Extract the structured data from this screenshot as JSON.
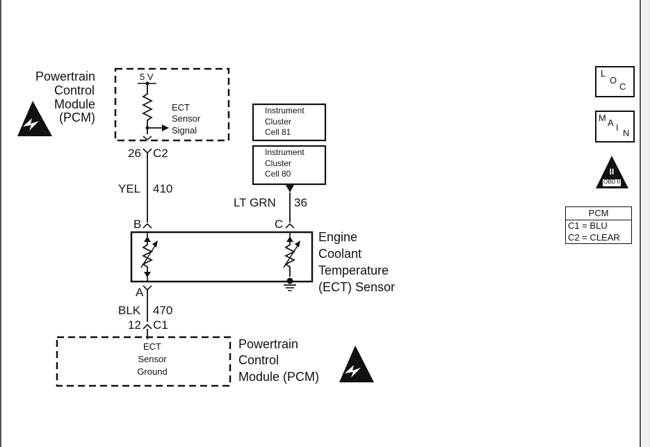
{
  "pcm_top": {
    "title_lines": [
      "Powertrain",
      "Control",
      "Module",
      "(PCM)"
    ],
    "voltage": "5 V",
    "signal_lines": [
      "ECT",
      "Sensor",
      "Signal"
    ],
    "pin": "26",
    "connector": "C2"
  },
  "wire_left_top": {
    "color": "YEL",
    "circuit": "410"
  },
  "cluster_cells": [
    {
      "lines": [
        "Instrument",
        "Cluster",
        "Cell 81"
      ]
    },
    {
      "lines": [
        "Instrument",
        "Cluster",
        "Cell 80"
      ]
    }
  ],
  "wire_right": {
    "color": "LT GRN",
    "circuit": "36"
  },
  "sensor": {
    "terminal_b": "B",
    "terminal_c": "C",
    "terminal_a": "A",
    "name_lines": [
      "Engine",
      "Coolant",
      "Temperature",
      "(ECT) Sensor"
    ]
  },
  "wire_left_bottom": {
    "color": "BLK",
    "circuit": "470"
  },
  "pcm_bottom": {
    "pin": "12",
    "connector": "C1",
    "ground_lines": [
      "ECT",
      "Sensor",
      "Ground"
    ],
    "title_lines": [
      "Powertrain",
      "Control",
      "Module (PCM)"
    ]
  },
  "badges": {
    "loc": {
      "l": "L",
      "o": "O",
      "c": "C"
    },
    "main": {
      "m": "M",
      "a": "A",
      "i": "I",
      "n": "N"
    },
    "obd": {
      "numeral": "II",
      "text": "OBD II"
    }
  },
  "pcm_legend": {
    "header": "PCM",
    "rows": [
      "C1 = BLU",
      "C2 = CLEAR"
    ]
  }
}
